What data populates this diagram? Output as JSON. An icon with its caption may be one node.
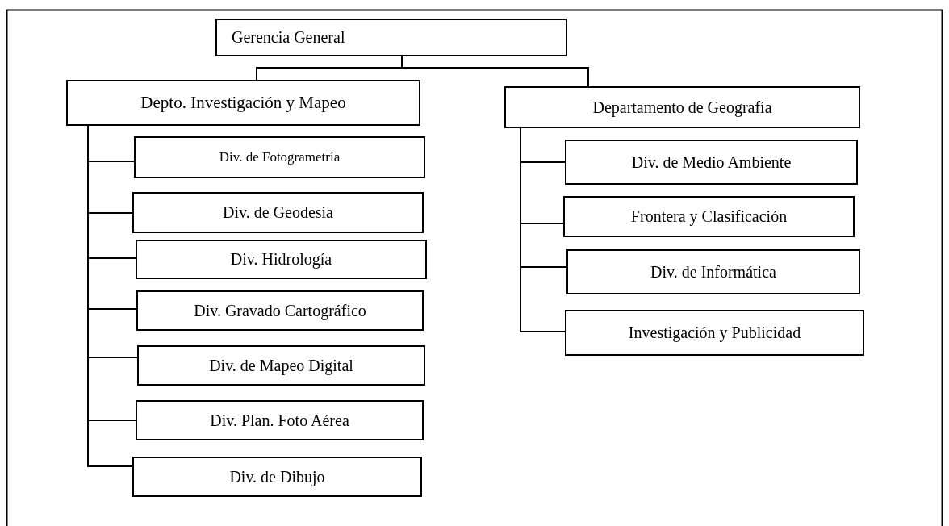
{
  "diagram": {
    "nodes": [
      {
        "text": [
          "Gerencia General"
        ]
      },
      {
        "text": [
          "Depto. Investigación y Mapeo"
        ]
      },
      {
        "text": [
          "Div. de Fotogrametría"
        ]
      },
      {
        "text": [
          "Div. de Geodesia"
        ]
      },
      {
        "text": [
          "Div. Hidrología"
        ]
      },
      {
        "text": [
          "Div. Gravado Cartográfico"
        ]
      },
      {
        "text": [
          "Div. de Mapeo Digital"
        ]
      },
      {
        "text": [
          "Div. Plan. Foto Aérea"
        ]
      },
      {
        "text": [
          "Div. de Dibujo"
        ]
      },
      {
        "text": [
          "Departamento de Geografía"
        ]
      },
      {
        "text": [
          "Div. de Medio Ambiente"
        ]
      },
      {
        "text": [
          "Frontera y Clasificación"
        ]
      },
      {
        "text": [
          "Div. de Informática"
        ]
      },
      {
        "text": [
          "Investigación y Publicidad"
        ]
      }
    ],
    "edges": [
      {
        "from": 0,
        "to": 1,
        "arrow": "none"
      },
      {
        "from": 0,
        "to": 9,
        "arrow": "none"
      },
      {
        "from": 1,
        "to": 2,
        "arrow": "none"
      },
      {
        "from": 1,
        "to": 3,
        "arrow": "none"
      },
      {
        "from": 1,
        "to": 4,
        "arrow": "none"
      },
      {
        "from": 1,
        "to": 5,
        "arrow": "none"
      },
      {
        "from": 1,
        "to": 6,
        "arrow": "none"
      },
      {
        "from": 1,
        "to": 7,
        "arrow": "none"
      },
      {
        "from": 1,
        "to": 8,
        "arrow": "none"
      },
      {
        "from": 9,
        "to": 10,
        "arrow": "none"
      },
      {
        "from": 9,
        "to": 11,
        "arrow": "none"
      },
      {
        "from": 9,
        "to": 12,
        "arrow": "none"
      },
      {
        "from": 9,
        "to": 13,
        "arrow": "none"
      }
    ]
  }
}
